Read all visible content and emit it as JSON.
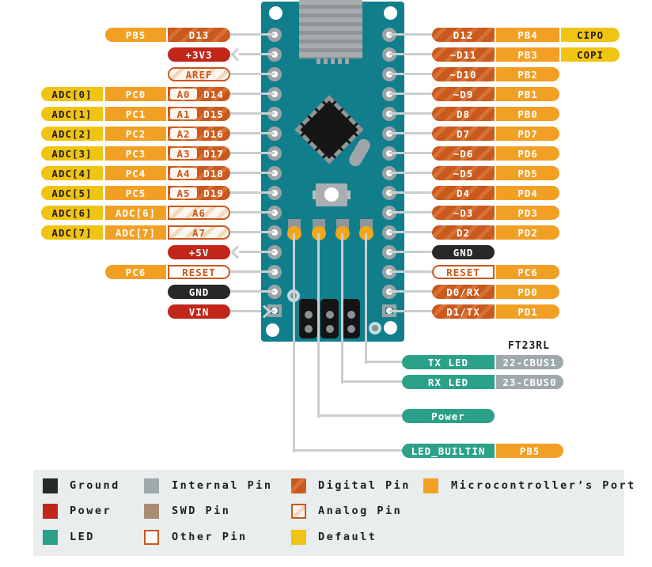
{
  "labels": {
    "chip_heading": "FT23RL"
  },
  "colors": {
    "board": "#117E8C",
    "default": "#F0C413",
    "port": "#F2A024",
    "digital": "#C9591C",
    "digital_stripe": "#D87134",
    "power": "#C1261B",
    "ground": "#26282A",
    "led": "#2BA188",
    "internal": "#9FA8AA",
    "swd": "#A78C72",
    "outline": "#C8581E",
    "analog_bg": "#FDF6EE",
    "analog_stripe": "#F3D8BE",
    "line": "#C9CED0"
  },
  "left_rows": [
    {
      "badges": [
        {
          "label": "PB5",
          "type": "port",
          "col": 1
        },
        {
          "label": "D13",
          "type": "digital",
          "col": 2
        }
      ]
    },
    {
      "arrow": "out",
      "badges": [
        {
          "label": "+3V3",
          "type": "power",
          "col": 2
        }
      ]
    },
    {
      "badges": [
        {
          "label": "AREF",
          "type": "analog",
          "col": 2
        }
      ]
    },
    {
      "badges": [
        {
          "label": "ADC[0]",
          "type": "default",
          "col": 0
        },
        {
          "label": "PC0",
          "type": "port",
          "col": 1
        },
        {
          "a_label": "A0",
          "label": "D14",
          "type": "analog_digital",
          "col": 2
        }
      ]
    },
    {
      "badges": [
        {
          "label": "ADC[1]",
          "type": "default",
          "col": 0
        },
        {
          "label": "PC1",
          "type": "port",
          "col": 1
        },
        {
          "a_label": "A1",
          "label": "D15",
          "type": "analog_digital",
          "col": 2
        }
      ]
    },
    {
      "badges": [
        {
          "label": "ADC[2]",
          "type": "default",
          "col": 0
        },
        {
          "label": "PC2",
          "type": "port",
          "col": 1
        },
        {
          "a_label": "A2",
          "label": "D16",
          "type": "analog_digital",
          "col": 2
        }
      ]
    },
    {
      "badges": [
        {
          "label": "ADC[3]",
          "type": "default",
          "col": 0
        },
        {
          "label": "PC3",
          "type": "port",
          "col": 1
        },
        {
          "a_label": "A3",
          "label": "D17",
          "type": "analog_digital",
          "col": 2
        }
      ]
    },
    {
      "badges": [
        {
          "label": "ADC[4]",
          "type": "default",
          "col": 0
        },
        {
          "label": "PC4",
          "type": "port",
          "col": 1
        },
        {
          "a_label": "A4",
          "label": "D18",
          "type": "analog_digital",
          "col": 2
        }
      ]
    },
    {
      "badges": [
        {
          "label": "ADC[5]",
          "type": "default",
          "col": 0
        },
        {
          "label": "PC5",
          "type": "port",
          "col": 1
        },
        {
          "a_label": "A5",
          "label": "D19",
          "type": "analog_digital",
          "col": 2
        }
      ]
    },
    {
      "badges": [
        {
          "label": "ADC[6]",
          "type": "default",
          "col": 0
        },
        {
          "label": "ADC[6]",
          "type": "port",
          "col": 1
        },
        {
          "label": "A6",
          "type": "analog",
          "col": 2
        }
      ]
    },
    {
      "badges": [
        {
          "label": "ADC[7]",
          "type": "default",
          "col": 0
        },
        {
          "label": "ADC[7]",
          "type": "port",
          "col": 1
        },
        {
          "label": "A7",
          "type": "analog",
          "col": 2
        }
      ]
    },
    {
      "arrow": "out",
      "badges": [
        {
          "label": "+5V",
          "type": "power",
          "col": 2
        }
      ]
    },
    {
      "badges": [
        {
          "label": "PC6",
          "type": "port",
          "col": 1
        },
        {
          "label": "RESET",
          "type": "other",
          "col": 2
        }
      ]
    },
    {
      "badges": [
        {
          "label": "GND",
          "type": "ground",
          "col": 2
        }
      ]
    },
    {
      "arrow": "in",
      "badges": [
        {
          "label": "VIN",
          "type": "power",
          "col": 2
        }
      ]
    }
  ],
  "right_rows": [
    {
      "badges": [
        {
          "label": "D12",
          "type": "digital",
          "col": 0
        },
        {
          "label": "PB4",
          "type": "port",
          "col": 1
        },
        {
          "label": "CIPO",
          "type": "default",
          "col": 2
        }
      ]
    },
    {
      "badges": [
        {
          "label": "~D11",
          "type": "digital",
          "col": 0
        },
        {
          "label": "PB3",
          "type": "port",
          "col": 1
        },
        {
          "label": "COPI",
          "type": "default",
          "col": 2
        }
      ]
    },
    {
      "badges": [
        {
          "label": "~D10",
          "type": "digital",
          "col": 0
        },
        {
          "label": "PB2",
          "type": "port",
          "col": 1
        }
      ]
    },
    {
      "badges": [
        {
          "label": "~D9",
          "type": "digital",
          "col": 0
        },
        {
          "label": "PB1",
          "type": "port",
          "col": 1
        }
      ]
    },
    {
      "badges": [
        {
          "label": "D8",
          "type": "digital",
          "col": 0
        },
        {
          "label": "PB0",
          "type": "port",
          "col": 1
        }
      ]
    },
    {
      "badges": [
        {
          "label": "D7",
          "type": "digital",
          "col": 0
        },
        {
          "label": "PD7",
          "type": "port",
          "col": 1
        }
      ]
    },
    {
      "badges": [
        {
          "label": "~D6",
          "type": "digital",
          "col": 0
        },
        {
          "label": "PD6",
          "type": "port",
          "col": 1
        }
      ]
    },
    {
      "badges": [
        {
          "label": "~D5",
          "type": "digital",
          "col": 0
        },
        {
          "label": "PD5",
          "type": "port",
          "col": 1
        }
      ]
    },
    {
      "badges": [
        {
          "label": "D4",
          "type": "digital",
          "col": 0
        },
        {
          "label": "PD4",
          "type": "port",
          "col": 1
        }
      ]
    },
    {
      "badges": [
        {
          "label": "~D3",
          "type": "digital",
          "col": 0
        },
        {
          "label": "PD3",
          "type": "port",
          "col": 1
        }
      ]
    },
    {
      "badges": [
        {
          "label": "D2",
          "type": "digital",
          "col": 0
        },
        {
          "label": "PD2",
          "type": "port",
          "col": 1
        }
      ]
    },
    {
      "badges": [
        {
          "label": "GND",
          "type": "ground",
          "col": 0
        }
      ]
    },
    {
      "badges": [
        {
          "label": "RESET",
          "type": "other",
          "col": 0
        },
        {
          "label": "PC6",
          "type": "port",
          "col": 1
        }
      ]
    },
    {
      "badges": [
        {
          "label": "D0/RX",
          "type": "digital",
          "col": 0
        },
        {
          "label": "PD0",
          "type": "port",
          "col": 1
        }
      ]
    },
    {
      "badges": [
        {
          "label": "D1/TX",
          "type": "digital",
          "col": 0
        },
        {
          "label": "PD1",
          "type": "port",
          "col": 1
        }
      ]
    }
  ],
  "bottom_rows": [
    {
      "badges": [
        {
          "label": "TX LED",
          "type": "led"
        },
        {
          "label": "22-CBUS1",
          "type": "internal"
        }
      ]
    },
    {
      "badges": [
        {
          "label": "RX LED",
          "type": "led"
        },
        {
          "label": "23-CBUS0",
          "type": "internal"
        }
      ]
    },
    {
      "badges": [
        {
          "label": "Power",
          "type": "led"
        }
      ]
    },
    {
      "badges": [
        {
          "label": "LED_BUILTIN",
          "type": "led"
        },
        {
          "label": "PB5",
          "type": "port"
        }
      ]
    }
  ],
  "legend": {
    "items": [
      {
        "label": "Ground",
        "type": "ground"
      },
      {
        "label": "Power",
        "type": "power"
      },
      {
        "label": "LED",
        "type": "led"
      },
      {
        "label": "Internal Pin",
        "type": "internal"
      },
      {
        "label": "SWD Pin",
        "type": "swd"
      },
      {
        "label": "Other Pin",
        "type": "other"
      },
      {
        "label": "Digital Pin",
        "type": "digital"
      },
      {
        "label": "Analog Pin",
        "type": "analog"
      },
      {
        "label": "Default",
        "type": "default"
      },
      {
        "label": "Microcontroller’s Port",
        "type": "port"
      }
    ]
  }
}
